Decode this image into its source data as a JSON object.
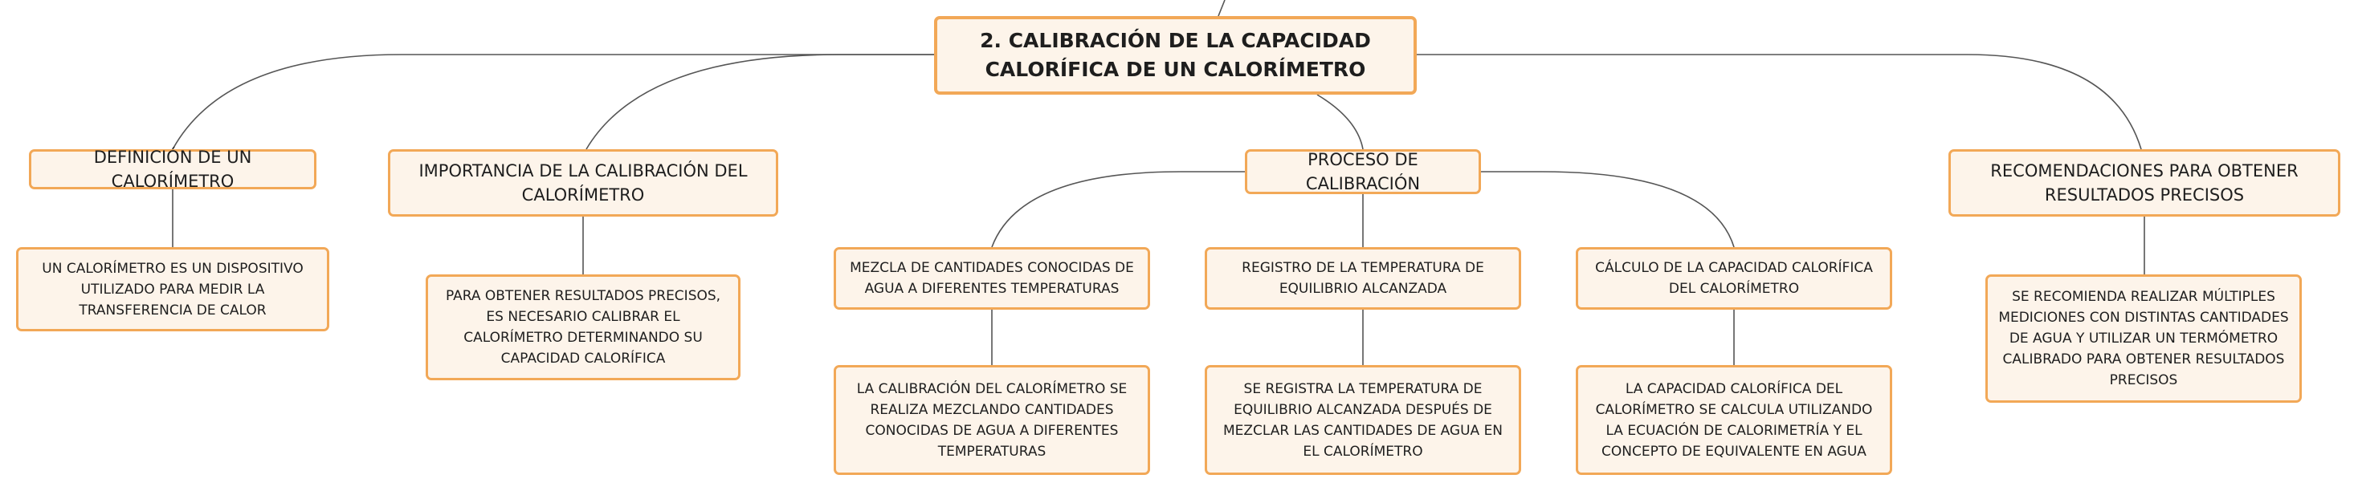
{
  "root": {
    "title": "2. CALIBRACIÓN DE LA CAPACIDAD CALORÍFICA DE UN CALORÍMETRO"
  },
  "branches": {
    "definicion": {
      "title": "DEFINICIÓN DE UN CALORÍMETRO",
      "detail": "UN CALORÍMETRO ES UN DISPOSITIVO UTILIZADO PARA MEDIR LA TRANSFERENCIA DE CALOR"
    },
    "importancia": {
      "title": "IMPORTANCIA DE LA CALIBRACIÓN DEL CALORÍMETRO",
      "detail": "PARA OBTENER RESULTADOS PRECISOS, ES NECESARIO CALIBRAR EL CALORÍMETRO DETERMINANDO SU CAPACIDAD CALORÍFICA"
    },
    "proceso": {
      "title": "PROCESO DE CALIBRACIÓN",
      "steps": [
        {
          "title": "MEZCLA DE CANTIDADES CONOCIDAS DE AGUA A DIFERENTES TEMPERATURAS",
          "detail": "LA CALIBRACIÓN DEL CALORÍMETRO SE REALIZA MEZCLANDO CANTIDADES CONOCIDAS DE AGUA A DIFERENTES TEMPERATURAS"
        },
        {
          "title": "REGISTRO DE LA TEMPERATURA DE EQUILIBRIO ALCANZADA",
          "detail": "SE REGISTRA LA TEMPERATURA DE EQUILIBRIO ALCANZADA DESPUÉS DE MEZCLAR LAS CANTIDADES DE AGUA EN EL CALORÍMETRO"
        },
        {
          "title": "CÁLCULO DE LA CAPACIDAD CALORÍFICA DEL CALORÍMETRO",
          "detail": "LA CAPACIDAD CALORÍFICA DEL CALORÍMETRO SE CALCULA UTILIZANDO LA ECUACIÓN DE CALORIMETRÍA Y EL CONCEPTO DE EQUIVALENTE EN AGUA"
        }
      ]
    },
    "recomendaciones": {
      "title": "RECOMENDACIONES PARA OBTENER RESULTADOS PRECISOS",
      "detail": "SE RECOMIENDA REALIZAR MÚLTIPLES MEDICIONES CON DISTINTAS CANTIDADES DE AGUA Y UTILIZAR UN TERMÓMETRO CALIBRADO PARA OBTENER RESULTADOS PRECISOS"
    }
  },
  "colors": {
    "border": "#f2a857",
    "fill": "#fdf4ea",
    "connector": "#555555"
  }
}
